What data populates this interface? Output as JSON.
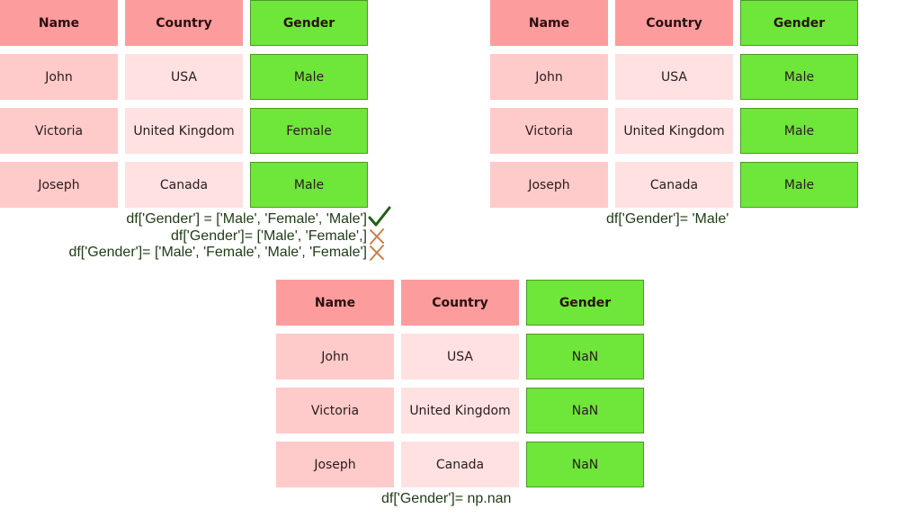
{
  "headers": [
    "Name",
    "Country",
    "Gender"
  ],
  "names": [
    "John",
    "Victoria",
    "Joseph"
  ],
  "countries": [
    "USA",
    "United Kingdom",
    "Canada"
  ],
  "tables": [
    {
      "genders": [
        "Male",
        "Female",
        "Male"
      ]
    },
    {
      "genders": [
        "Male",
        "Male",
        "Male"
      ]
    },
    {
      "genders": [
        "NaN",
        "NaN",
        "NaN"
      ]
    }
  ],
  "captions": {
    "list_ok": "df['Gender'] = ['Male', 'Female', 'Male']",
    "list_short": "df['Gender']= ['Male', 'Female',]",
    "list_long": "df['Gender']= ['Male', 'Female', 'Male', 'Female']",
    "scalar": "df['Gender']= 'Male'",
    "nan": "df['Gender']= np.nan"
  },
  "icons": [
    "check-icon",
    "cross-icon",
    "cross-icon"
  ],
  "colors": {
    "header_red": "#fd9c9c",
    "name_pink": "#ffcaca",
    "country_pink": "#ffe1e1",
    "gender_green": "#6fe63a",
    "caption": "#1f3b16"
  }
}
